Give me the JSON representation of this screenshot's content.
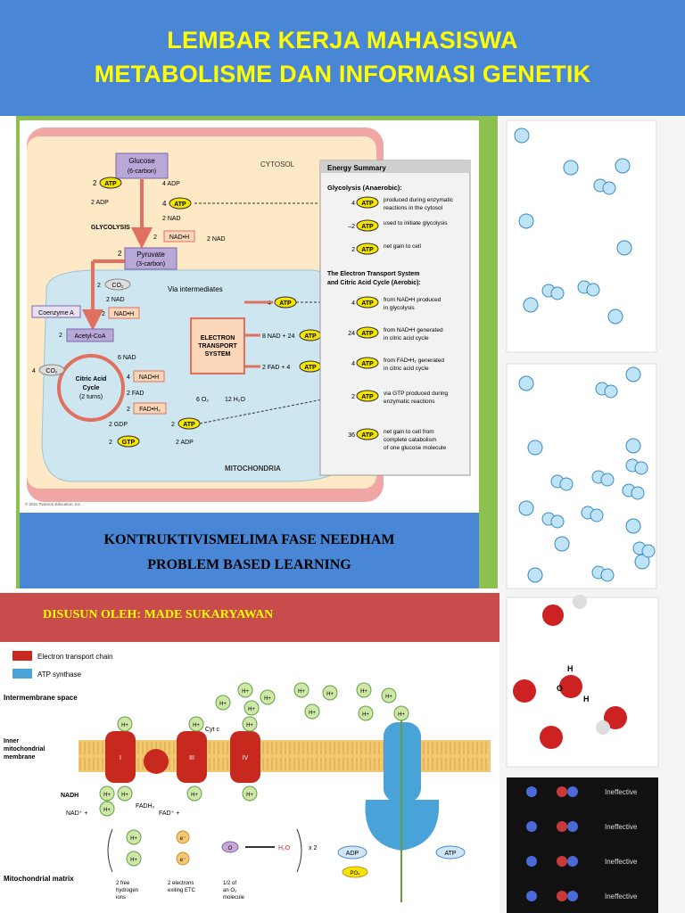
{
  "header": {
    "title_line1": "LEMBAR KERJA  MAHASISWA",
    "title_line2": "METABOLISME DAN INFORMASI GENETIK"
  },
  "banner": {
    "line1": "KONTRUKTIVISMELIMA FASE NEEDHAM",
    "line2": "PROBLEM BASED LEARNING"
  },
  "author": "DISUSUN OLEH: MADE SUKARYAWAN",
  "respiration_diagram": {
    "cytosol": "CYTOSOL",
    "mitochondria": "MITOCHONDRIA",
    "glucose": "Glucose",
    "glucose_sub": "(6-carbon)",
    "pyruvate": "Pyruvate",
    "pyruvate_sub": "(3-carbon)",
    "glycolysis": "GLYCOLYSIS",
    "atp": "ATP",
    "two": "2",
    "four": "4",
    "two_adp": "2 ADP",
    "four_adp": "4 ADP",
    "two_nad": "2 NAD",
    "nadh": "NAD•H",
    "co2": "CO₂",
    "coenzyme_a": "Coenzyme A",
    "acetyl_coa": "Acetyl-CoA",
    "via_intermediates": "Via intermediates",
    "etc_l1": "ELECTRON",
    "etc_l2": "TRANSPORT",
    "etc_l3": "SYSTEM",
    "nad6": "6 NAD",
    "nadh6": "NAD•H",
    "fad2": "2 FAD",
    "fadh2": "FAD•H₂",
    "gdp2": "2 GDP",
    "gtp": "GTP",
    "citric_l1": "Citric Acid",
    "citric_l2": "Cycle",
    "citric_l3": "(2 turns)",
    "nad8": "8 NAD + 24",
    "fad_line": "2 FAD + 4",
    "o2": "6 O₂",
    "h2o": "12 H₂O",
    "copyright": "© 2011 Pearson Education, Inc.",
    "summary": {
      "title": "Energy Summary",
      "glyco_head": "Glycolysis (Anaerobic):",
      "aerobic_head1": "The Electron Transport System",
      "aerobic_head2": "and Citric Acid Cycle (Aerobic):",
      "rows": [
        {
          "n": "4",
          "l1": "produced during enzymatic",
          "l2": "reactions in the cytosol"
        },
        {
          "n": "–2",
          "l1": "used to initiate glycolysis",
          "l2": ""
        },
        {
          "n": "2",
          "l1": "net gain to cell",
          "l2": ""
        },
        {
          "n": "4",
          "l1": "from NAD•H produced",
          "l2": "in glycolysis"
        },
        {
          "n": "24",
          "l1": "from NAD•H generated",
          "l2": "in citric acid cycle"
        },
        {
          "n": "4",
          "l1": "from FAD•H₂ generated",
          "l2": "in citric acid cycle"
        },
        {
          "n": "2",
          "l1": "via GTP produced during",
          "l2": "enzymatic reactions"
        },
        {
          "n": "36",
          "l1": "net gain to cell from",
          "l2": "complete catabolism",
          "l3": "of one glucose molecule"
        }
      ]
    }
  },
  "etc_diagram": {
    "legend_chain": "Electron transport chain",
    "legend_synthase": "ATP synthase",
    "intermembrane": "Intermembrane space",
    "inner1": "Inner",
    "inner2": "mitochondrial",
    "inner3": "membrane",
    "matrix": "Mitochondrial matrix",
    "hplus": "H+",
    "cytc": "Cyt c",
    "nadh": "NADH",
    "nadplus": "NAD⁺ +",
    "fadh2": "FADH₂",
    "fadplus": "FAD⁺ +",
    "complex_1": "I",
    "complex_3": "III",
    "complex_4": "IV",
    "adp": "ADP",
    "atp": "ATP",
    "po4": "PO₄",
    "h2o": "H₂O",
    "x2": "x 2",
    "eminus": "e⁻",
    "o": "O",
    "free1": "2 free",
    "free2": "hydrogen",
    "free3": "ions",
    "elec1": "2 electrons",
    "elec2": "exiting ETC",
    "half1": "1/2 of",
    "half2": "an O₂",
    "half3": "molecule"
  },
  "right_panel": {
    "water_h1": "H",
    "water_o": "O",
    "water_h2": "H",
    "ineffective": [
      "Ineffective",
      "Ineffective",
      "Ineffective",
      "Ineffective"
    ]
  },
  "colors": {
    "header_blue": "#4a86d6",
    "title_yellow": "#ffff00",
    "frame_green": "#8dc14f",
    "author_bar_red": "#c94c4c",
    "atp_yellow": "#f6e500"
  }
}
